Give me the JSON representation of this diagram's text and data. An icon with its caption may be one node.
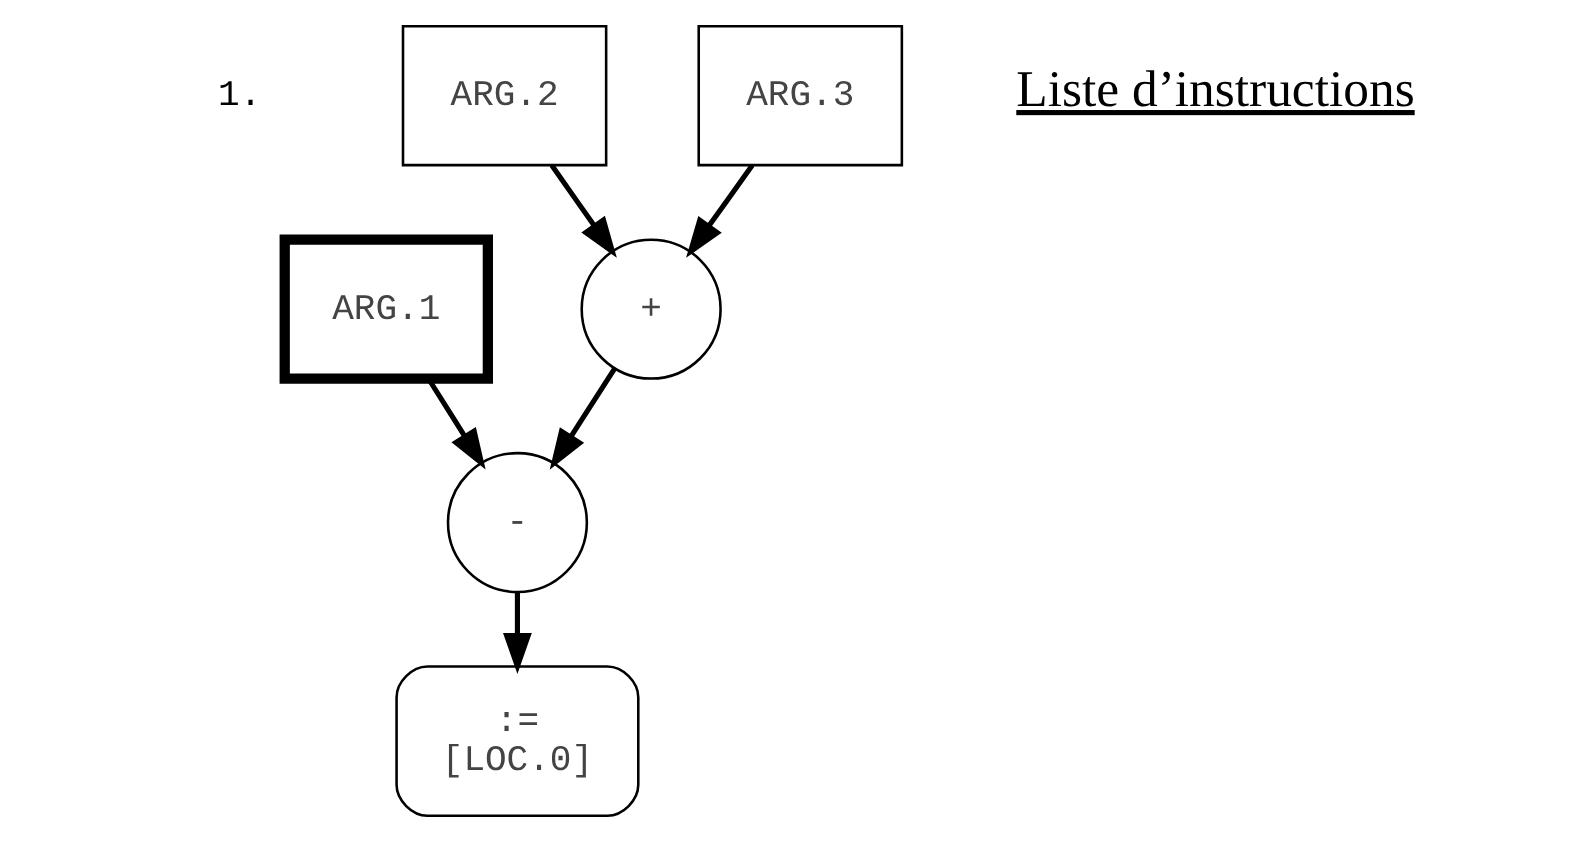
{
  "diagram": {
    "nodes": [
      {
        "text": [
          "ARG.2"
        ]
      },
      {
        "text": [
          "ARG.3"
        ]
      },
      {
        "text": [
          "ARG.1"
        ]
      },
      {
        "text": [
          "+"
        ]
      },
      {
        "text": [
          "-"
        ]
      },
      {
        "text": [
          ":=",
          "[LOC.0]"
        ]
      }
    ],
    "edges": [
      {
        "from": 0,
        "to": 3,
        "arrow": "to"
      },
      {
        "from": 1,
        "to": 3,
        "arrow": "to"
      },
      {
        "from": 2,
        "to": 4,
        "arrow": "to"
      },
      {
        "from": 3,
        "to": 4,
        "arrow": "to"
      },
      {
        "from": 4,
        "to": 5,
        "arrow": "to"
      }
    ],
    "labels": [
      "1.",
      "Liste d’instructions"
    ]
  }
}
